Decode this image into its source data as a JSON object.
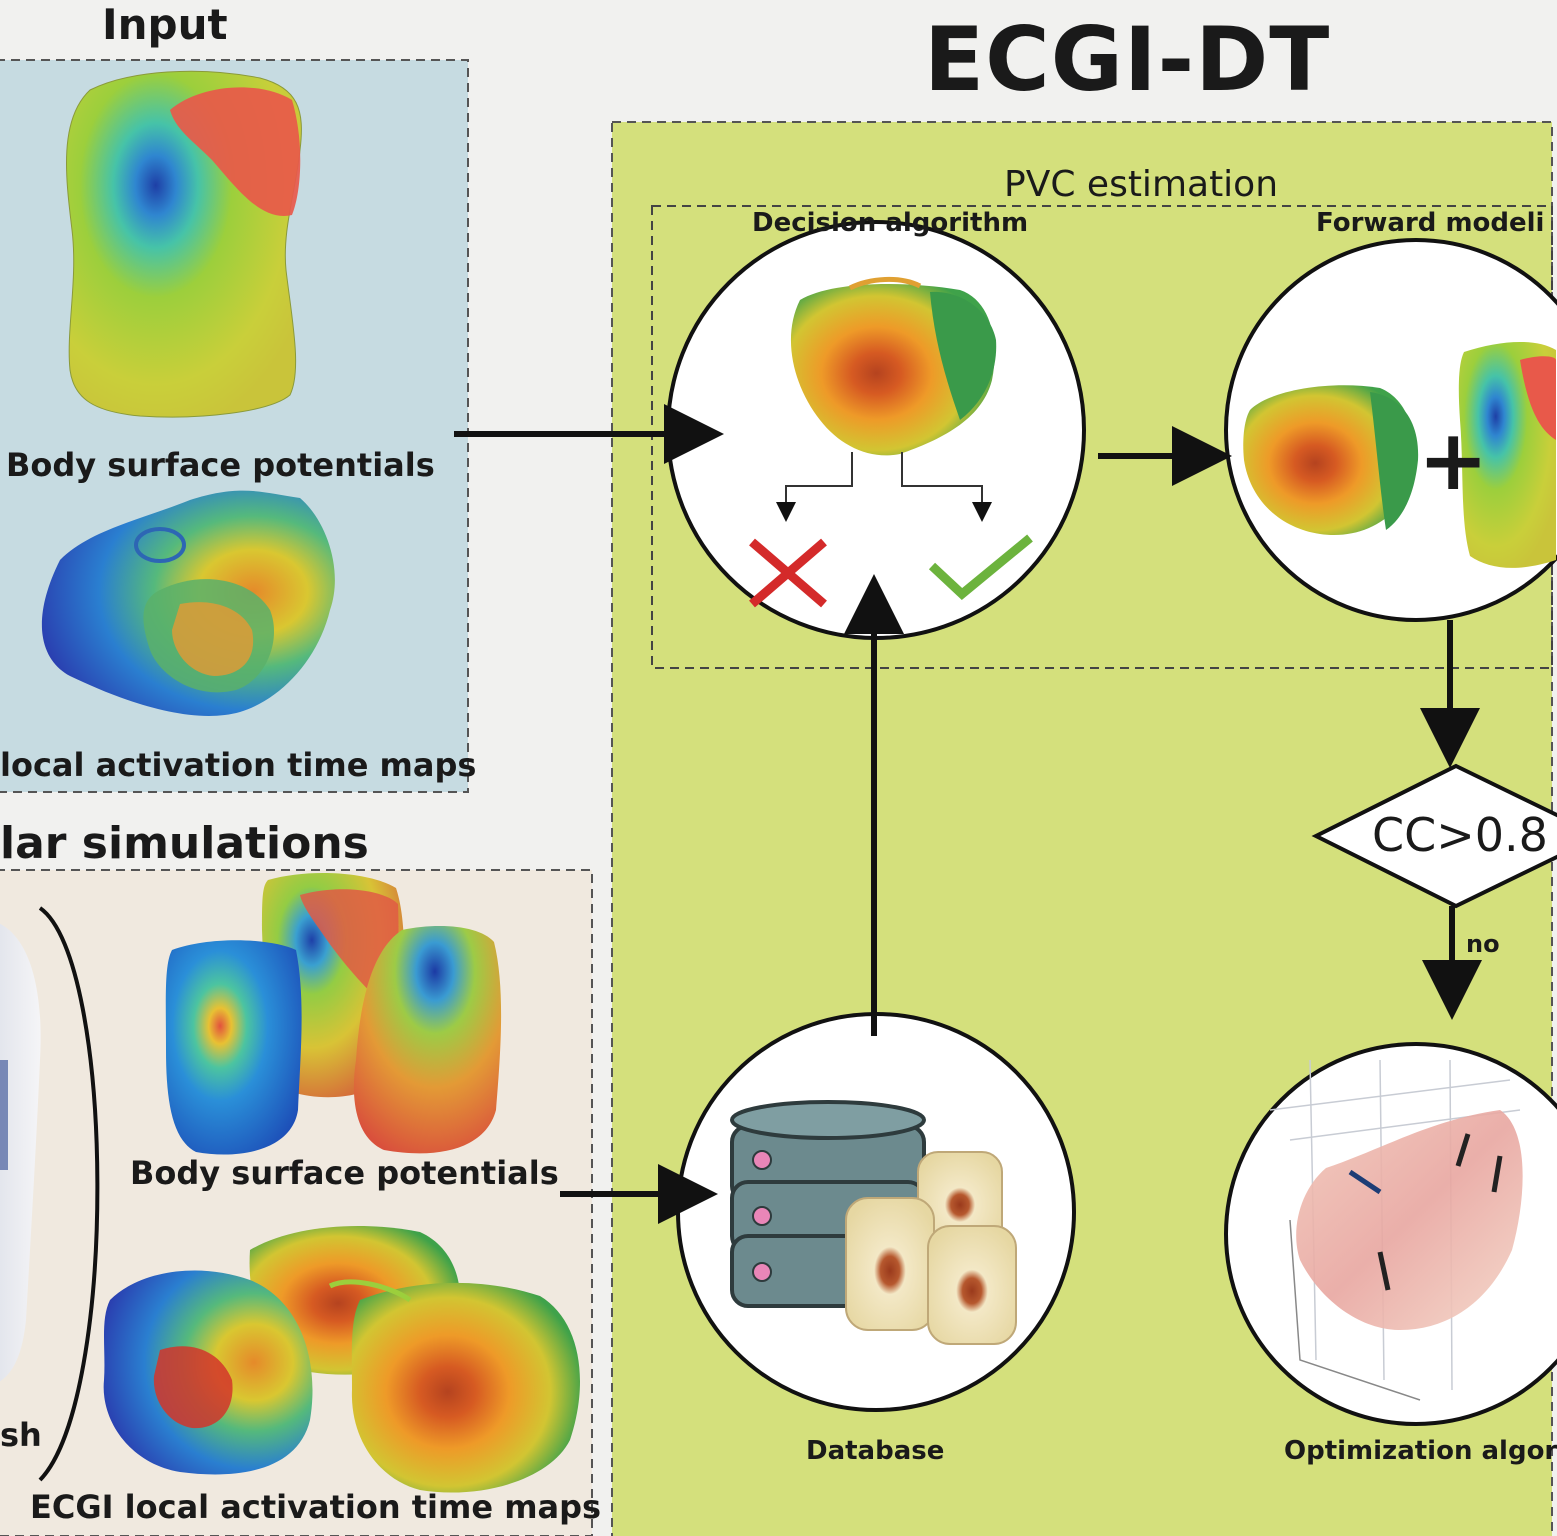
{
  "title": "ECGI-DT",
  "input": {
    "heading": "Input",
    "bsp_label": "Body surface potentials",
    "lat_label": "local activation time maps"
  },
  "simulations": {
    "heading": "lar simulations",
    "mesh_label": "sh",
    "bsp_label": "Body surface potentials",
    "lat_label": "ECGI local activation time maps"
  },
  "pvc": {
    "heading": "PVC estimation",
    "decision_label": "Decision algorithm",
    "forward_label": "Forward modeli",
    "plus_sign": "+",
    "condition": "CC>0.8",
    "no_label": "no",
    "database_label": "Database",
    "optimization_label": "Optimization algor"
  },
  "colors": {
    "input_panel": "#c6dbe1",
    "simulation_panel": "#f0e9df",
    "pvc_panel": "#d4e07c",
    "reject": "#d42a2a",
    "accept": "#6cb33d"
  }
}
